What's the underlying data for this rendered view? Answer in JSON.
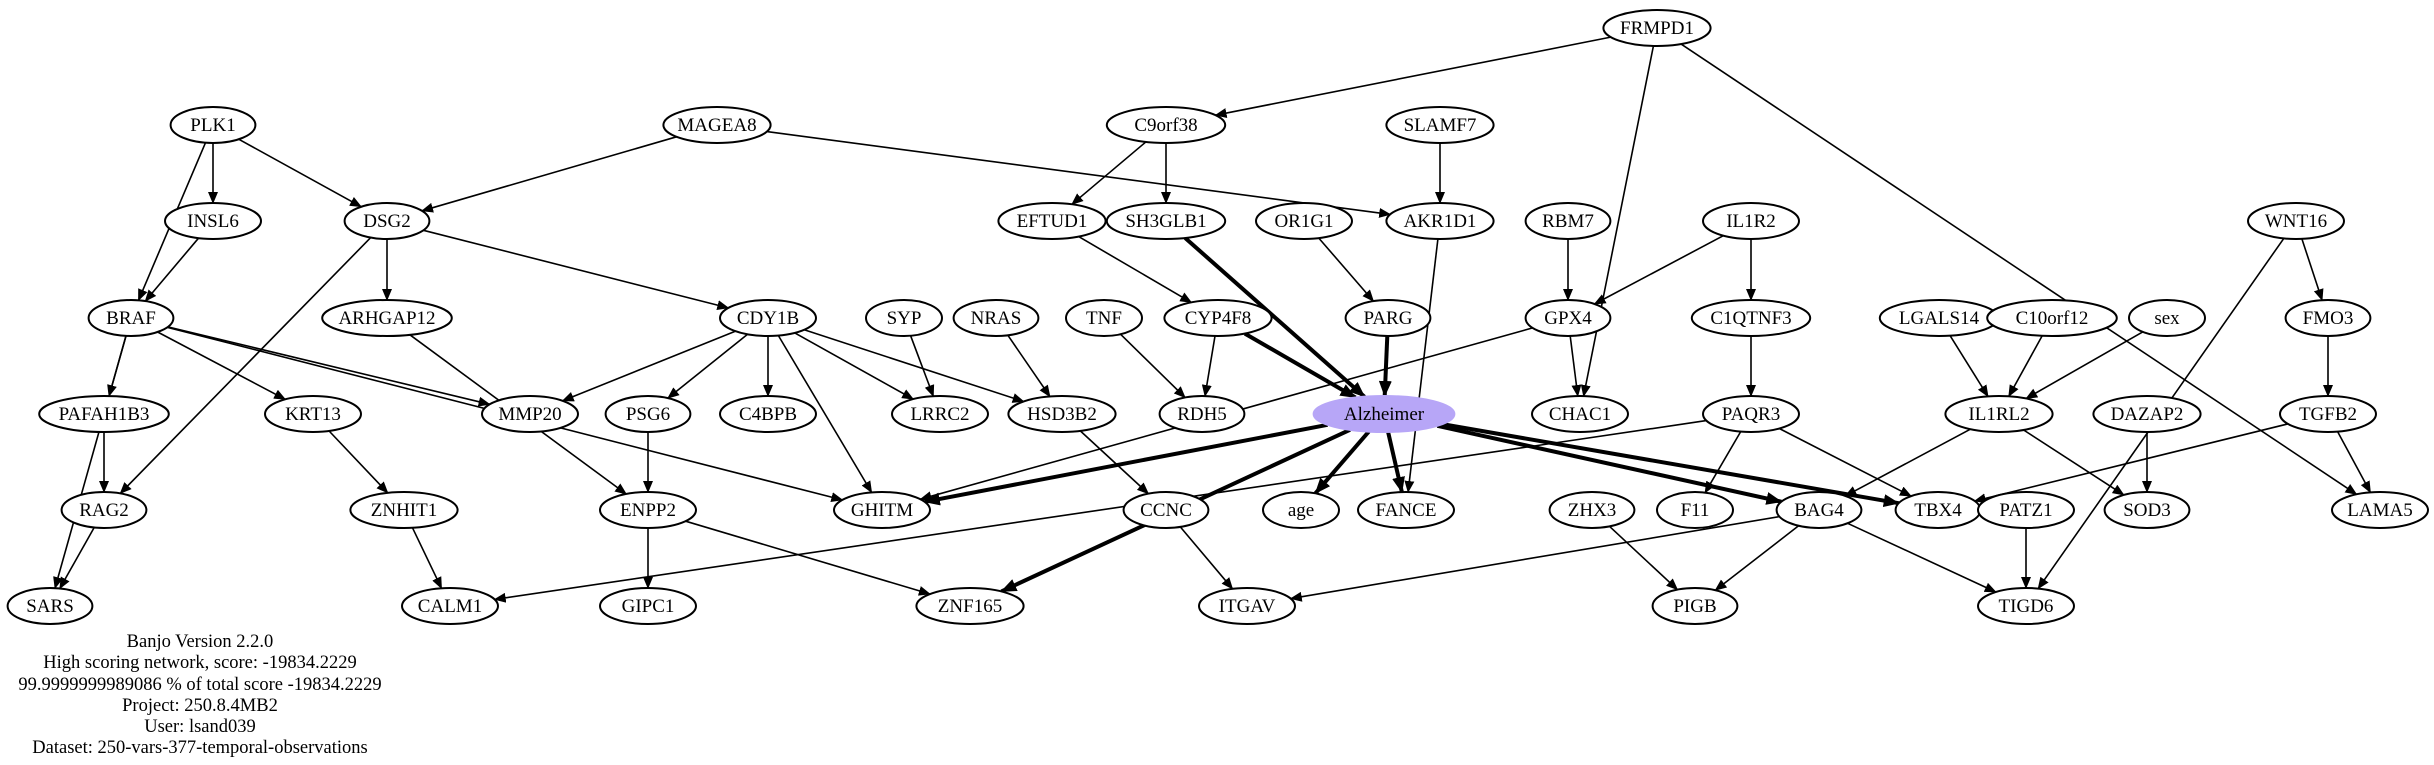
{
  "graph": {
    "highlight_color": "#b7a6f7",
    "nodes": [
      {
        "id": "FRMPD1",
        "label": "FRMPD1"
      },
      {
        "id": "PLK1",
        "label": "PLK1"
      },
      {
        "id": "MAGEA8",
        "label": "MAGEA8"
      },
      {
        "id": "C9orf38",
        "label": "C9orf38"
      },
      {
        "id": "SLAMF7",
        "label": "SLAMF7"
      },
      {
        "id": "INSL6",
        "label": "INSL6"
      },
      {
        "id": "DSG2",
        "label": "DSG2"
      },
      {
        "id": "EFTUD1",
        "label": "EFTUD1"
      },
      {
        "id": "SH3GLB1",
        "label": "SH3GLB1"
      },
      {
        "id": "OR1G1",
        "label": "OR1G1"
      },
      {
        "id": "AKR1D1",
        "label": "AKR1D1"
      },
      {
        "id": "RBM7",
        "label": "RBM7"
      },
      {
        "id": "IL1R2",
        "label": "IL1R2"
      },
      {
        "id": "WNT16",
        "label": "WNT16"
      },
      {
        "id": "BRAF",
        "label": "BRAF"
      },
      {
        "id": "ARHGAP12",
        "label": "ARHGAP12"
      },
      {
        "id": "CDY1B",
        "label": "CDY1B"
      },
      {
        "id": "SYP",
        "label": "SYP"
      },
      {
        "id": "NRAS",
        "label": "NRAS"
      },
      {
        "id": "TNF",
        "label": "TNF"
      },
      {
        "id": "CYP4F8",
        "label": "CYP4F8"
      },
      {
        "id": "PARG",
        "label": "PARG"
      },
      {
        "id": "GPX4",
        "label": "GPX4"
      },
      {
        "id": "C1QTNF3",
        "label": "C1QTNF3"
      },
      {
        "id": "LGALS14",
        "label": "LGALS14"
      },
      {
        "id": "C10orf12",
        "label": "C10orf12"
      },
      {
        "id": "sex",
        "label": "sex"
      },
      {
        "id": "FMO3",
        "label": "FMO3"
      },
      {
        "id": "PAFAH1B3",
        "label": "PAFAH1B3"
      },
      {
        "id": "KRT13",
        "label": "KRT13"
      },
      {
        "id": "MMP20",
        "label": "MMP20"
      },
      {
        "id": "PSG6",
        "label": "PSG6"
      },
      {
        "id": "C4BPB",
        "label": "C4BPB"
      },
      {
        "id": "LRRC2",
        "label": "LRRC2"
      },
      {
        "id": "HSD3B2",
        "label": "HSD3B2"
      },
      {
        "id": "RDH5",
        "label": "RDH5"
      },
      {
        "id": "Alzheimer",
        "label": "Alzheimer",
        "highlight": true
      },
      {
        "id": "CHAC1",
        "label": "CHAC1"
      },
      {
        "id": "PAQR3",
        "label": "PAQR3"
      },
      {
        "id": "IL1RL2",
        "label": "IL1RL2"
      },
      {
        "id": "DAZAP2",
        "label": "DAZAP2"
      },
      {
        "id": "TGFB2",
        "label": "TGFB2"
      },
      {
        "id": "RAG2",
        "label": "RAG2"
      },
      {
        "id": "ZNHIT1",
        "label": "ZNHIT1"
      },
      {
        "id": "ENPP2",
        "label": "ENPP2"
      },
      {
        "id": "GHITM",
        "label": "GHITM"
      },
      {
        "id": "CCNC",
        "label": "CCNC"
      },
      {
        "id": "age",
        "label": "age"
      },
      {
        "id": "FANCE",
        "label": "FANCE"
      },
      {
        "id": "ZHX3",
        "label": "ZHX3"
      },
      {
        "id": "F11",
        "label": "F11"
      },
      {
        "id": "BAG4",
        "label": "BAG4"
      },
      {
        "id": "TBX4",
        "label": "TBX4"
      },
      {
        "id": "PATZ1",
        "label": "PATZ1"
      },
      {
        "id": "SOD3",
        "label": "SOD3"
      },
      {
        "id": "LAMA5",
        "label": "LAMA5"
      },
      {
        "id": "SARS",
        "label": "SARS"
      },
      {
        "id": "CALM1",
        "label": "CALM1"
      },
      {
        "id": "GIPC1",
        "label": "GIPC1"
      },
      {
        "id": "ZNF165",
        "label": "ZNF165"
      },
      {
        "id": "ITGAV",
        "label": "ITGAV"
      },
      {
        "id": "PIGB",
        "label": "PIGB"
      },
      {
        "id": "TIGD6",
        "label": "TIGD6"
      }
    ],
    "edges": [
      {
        "from": "FRMPD1",
        "to": "C9orf38"
      },
      {
        "from": "FRMPD1",
        "to": "CHAC1"
      },
      {
        "from": "FRMPD1",
        "to": "LAMA5"
      },
      {
        "from": "PLK1",
        "to": "INSL6"
      },
      {
        "from": "PLK1",
        "to": "DSG2"
      },
      {
        "from": "PLK1",
        "to": "BRAF"
      },
      {
        "from": "MAGEA8",
        "to": "DSG2"
      },
      {
        "from": "MAGEA8",
        "to": "AKR1D1"
      },
      {
        "from": "C9orf38",
        "to": "EFTUD1"
      },
      {
        "from": "C9orf38",
        "to": "SH3GLB1"
      },
      {
        "from": "SLAMF7",
        "to": "AKR1D1"
      },
      {
        "from": "INSL6",
        "to": "BRAF"
      },
      {
        "from": "DSG2",
        "to": "ARHGAP12"
      },
      {
        "from": "DSG2",
        "to": "CDY1B"
      },
      {
        "from": "DSG2",
        "to": "RAG2"
      },
      {
        "from": "EFTUD1",
        "to": "CYP4F8"
      },
      {
        "from": "SH3GLB1",
        "to": "Alzheimer",
        "bold": true
      },
      {
        "from": "OR1G1",
        "to": "PARG"
      },
      {
        "from": "AKR1D1",
        "to": "FANCE"
      },
      {
        "from": "RBM7",
        "to": "GPX4"
      },
      {
        "from": "IL1R2",
        "to": "GPX4"
      },
      {
        "from": "IL1R2",
        "to": "C1QTNF3"
      },
      {
        "from": "WNT16",
        "to": "FMO3"
      },
      {
        "from": "WNT16",
        "to": "TIGD6"
      },
      {
        "from": "BRAF",
        "to": "PAFAH1B3"
      },
      {
        "from": "BRAF",
        "to": "KRT13"
      },
      {
        "from": "BRAF",
        "to": "MMP20"
      },
      {
        "from": "BRAF",
        "to": "GHITM"
      },
      {
        "from": "BRAF",
        "to": "SARS"
      },
      {
        "from": "ARHGAP12",
        "to": "ENPP2"
      },
      {
        "from": "CDY1B",
        "to": "MMP20"
      },
      {
        "from": "CDY1B",
        "to": "PSG6"
      },
      {
        "from": "CDY1B",
        "to": "C4BPB"
      },
      {
        "from": "CDY1B",
        "to": "LRRC2"
      },
      {
        "from": "CDY1B",
        "to": "HSD3B2"
      },
      {
        "from": "CDY1B",
        "to": "GHITM"
      },
      {
        "from": "SYP",
        "to": "LRRC2"
      },
      {
        "from": "NRAS",
        "to": "HSD3B2"
      },
      {
        "from": "TNF",
        "to": "RDH5"
      },
      {
        "from": "CYP4F8",
        "to": "RDH5"
      },
      {
        "from": "CYP4F8",
        "to": "Alzheimer",
        "bold": true
      },
      {
        "from": "PARG",
        "to": "Alzheimer",
        "bold": true
      },
      {
        "from": "GPX4",
        "to": "CHAC1"
      },
      {
        "from": "GPX4",
        "to": "GHITM"
      },
      {
        "from": "C1QTNF3",
        "to": "PAQR3"
      },
      {
        "from": "LGALS14",
        "to": "IL1RL2"
      },
      {
        "from": "C10orf12",
        "to": "IL1RL2"
      },
      {
        "from": "sex",
        "to": "IL1RL2"
      },
      {
        "from": "FMO3",
        "to": "TGFB2"
      },
      {
        "from": "PAFAH1B3",
        "to": "RAG2"
      },
      {
        "from": "KRT13",
        "to": "ZNHIT1"
      },
      {
        "from": "PSG6",
        "to": "ENPP2"
      },
      {
        "from": "HSD3B2",
        "to": "CCNC"
      },
      {
        "from": "Alzheimer",
        "to": "GHITM",
        "bold": true
      },
      {
        "from": "Alzheimer",
        "to": "ZNF165",
        "bold": true
      },
      {
        "from": "Alzheimer",
        "to": "age",
        "bold": true
      },
      {
        "from": "Alzheimer",
        "to": "FANCE",
        "bold": true
      },
      {
        "from": "Alzheimer",
        "to": "BAG4",
        "bold": true
      },
      {
        "from": "Alzheimer",
        "to": "TBX4",
        "bold": true
      },
      {
        "from": "PAQR3",
        "to": "F11"
      },
      {
        "from": "PAQR3",
        "to": "TBX4"
      },
      {
        "from": "PAQR3",
        "to": "CALM1"
      },
      {
        "from": "IL1RL2",
        "to": "BAG4"
      },
      {
        "from": "IL1RL2",
        "to": "SOD3"
      },
      {
        "from": "DAZAP2",
        "to": "SOD3"
      },
      {
        "from": "TGFB2",
        "to": "TBX4"
      },
      {
        "from": "TGFB2",
        "to": "LAMA5"
      },
      {
        "from": "RAG2",
        "to": "SARS"
      },
      {
        "from": "ZNHIT1",
        "to": "CALM1"
      },
      {
        "from": "ENPP2",
        "to": "GIPC1"
      },
      {
        "from": "ENPP2",
        "to": "ZNF165"
      },
      {
        "from": "CCNC",
        "to": "ITGAV"
      },
      {
        "from": "ZHX3",
        "to": "PIGB"
      },
      {
        "from": "BAG4",
        "to": "ITGAV"
      },
      {
        "from": "BAG4",
        "to": "PIGB"
      },
      {
        "from": "BAG4",
        "to": "TIGD6"
      },
      {
        "from": "PATZ1",
        "to": "TIGD6"
      }
    ]
  },
  "caption": {
    "line1": "Banjo Version 2.2.0",
    "line2": "High scoring network, score: -19834.2229",
    "line3": "99.9999999989086 % of total score -19834.2229",
    "line4": "Project: 250.8.4MB2",
    "line5": "User: lsand039",
    "line6": "Dataset: 250-vars-377-temporal-observations"
  }
}
